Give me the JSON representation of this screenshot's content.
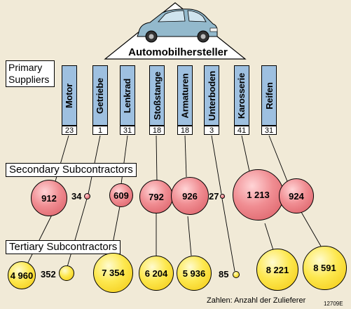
{
  "maker": {
    "title": "Automobilhersteller",
    "icon": "car-icon"
  },
  "labels": {
    "primary": "Primary\nSuppliers",
    "secondary": "Secondary Subcontractors",
    "tertiary": "Tertiary Subcontractors"
  },
  "suppliers": [
    {
      "name": "Motor",
      "count": "23",
      "secondary": "912",
      "tertiary": "4 960"
    },
    {
      "name": "Getriebe",
      "count": "1",
      "secondary": "34",
      "tertiary": "352"
    },
    {
      "name": "Lenkrad",
      "count": "31",
      "secondary": "609",
      "tertiary": "7 354"
    },
    {
      "name": "Stoßstange",
      "count": "18",
      "secondary": "792",
      "tertiary": "6 204"
    },
    {
      "name": "Armaturen",
      "count": "18",
      "secondary": "926",
      "tertiary": "5 936"
    },
    {
      "name": "Unterboden",
      "count": "3",
      "secondary": "27",
      "tertiary": "85"
    },
    {
      "name": "Karosserie",
      "count": "41",
      "secondary": "1 213",
      "tertiary": "8 221"
    },
    {
      "name": "Reifen",
      "count": "31",
      "secondary": "924",
      "tertiary": "8 591"
    }
  ],
  "footer": {
    "note": "Zahlen: Anzahl der Zulieferer",
    "code": "12709E"
  },
  "colors": {
    "background": "#f1ead7",
    "supplier_bar": "#9ec0e0",
    "secondary_fill": "#f08d92",
    "tertiary_fill": "#fde84f"
  }
}
